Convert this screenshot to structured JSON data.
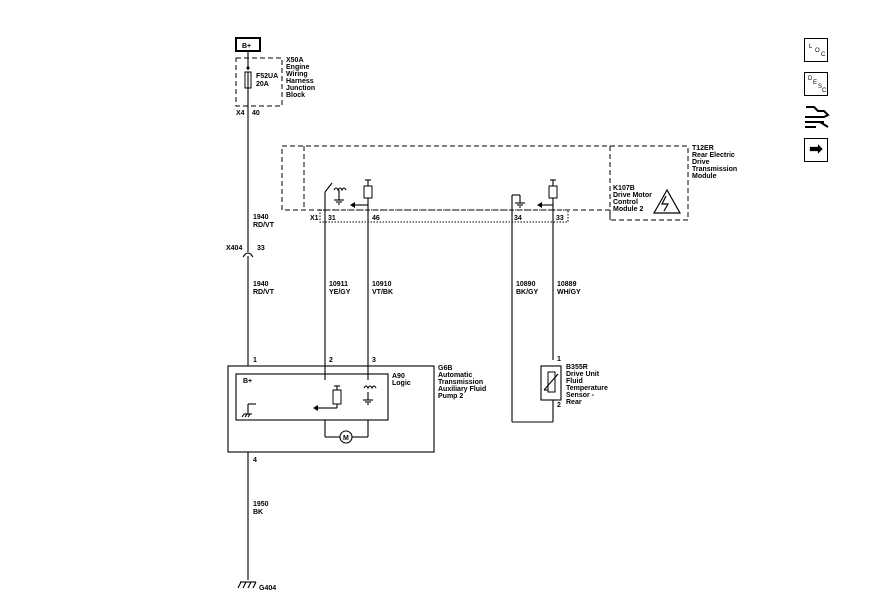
{
  "power": {
    "label": "B+"
  },
  "junction": {
    "id": "X50A",
    "name_lines": [
      "Engine",
      "Wiring",
      "Harness",
      "Junction",
      "Block"
    ],
    "fuse_id": "F52UA",
    "fuse_rating": "20A",
    "conn_id": "X4",
    "conn_pin": "40"
  },
  "wires": {
    "w1": {
      "num": "1940",
      "color": "RD/VT"
    },
    "w2": {
      "num": "1940",
      "color": "RD/VT"
    },
    "w3": {
      "num": "10911",
      "color": "YE/GY"
    },
    "w4": {
      "num": "10910",
      "color": "VT/BK"
    },
    "w5": {
      "num": "10890",
      "color": "BK/GY"
    },
    "w6": {
      "num": "10889",
      "color": "WH/GY"
    },
    "w7": {
      "num": "1950",
      "color": "BK"
    }
  },
  "splice": {
    "id": "X404",
    "pin": "33"
  },
  "module": {
    "id": "T12ER",
    "name_lines": [
      "Rear Electric",
      "Drive",
      "Transmission",
      "Module"
    ],
    "sub_id": "K107B",
    "sub_name_lines": [
      "Drive Motor",
      "Control",
      "Module 2"
    ],
    "conn_id": "X1",
    "pins": [
      "31",
      "46",
      "34",
      "33"
    ]
  },
  "pump": {
    "id": "G6B",
    "name_lines": [
      "Automatic",
      "Transmission",
      "Auxiliary Fluid",
      "Pump 2"
    ],
    "logic_id": "A90",
    "logic_name": "Logic",
    "bplus": "B+",
    "pins": [
      "1",
      "2",
      "3",
      "4"
    ],
    "motor": "M"
  },
  "sensor": {
    "id": "B355R",
    "name_lines": [
      "Drive Unit",
      "Fluid",
      "Temperature",
      "Sensor -",
      "Rear"
    ],
    "pins": [
      "1",
      "2"
    ]
  },
  "ground": {
    "id": "G404"
  },
  "nav": {
    "loc_l": "L",
    "loc_o": "O",
    "loc_c": "C",
    "desc_d": "D",
    "desc_e": "E",
    "desc_s": "S",
    "desc_c": "C",
    "next_icon": "➡"
  }
}
